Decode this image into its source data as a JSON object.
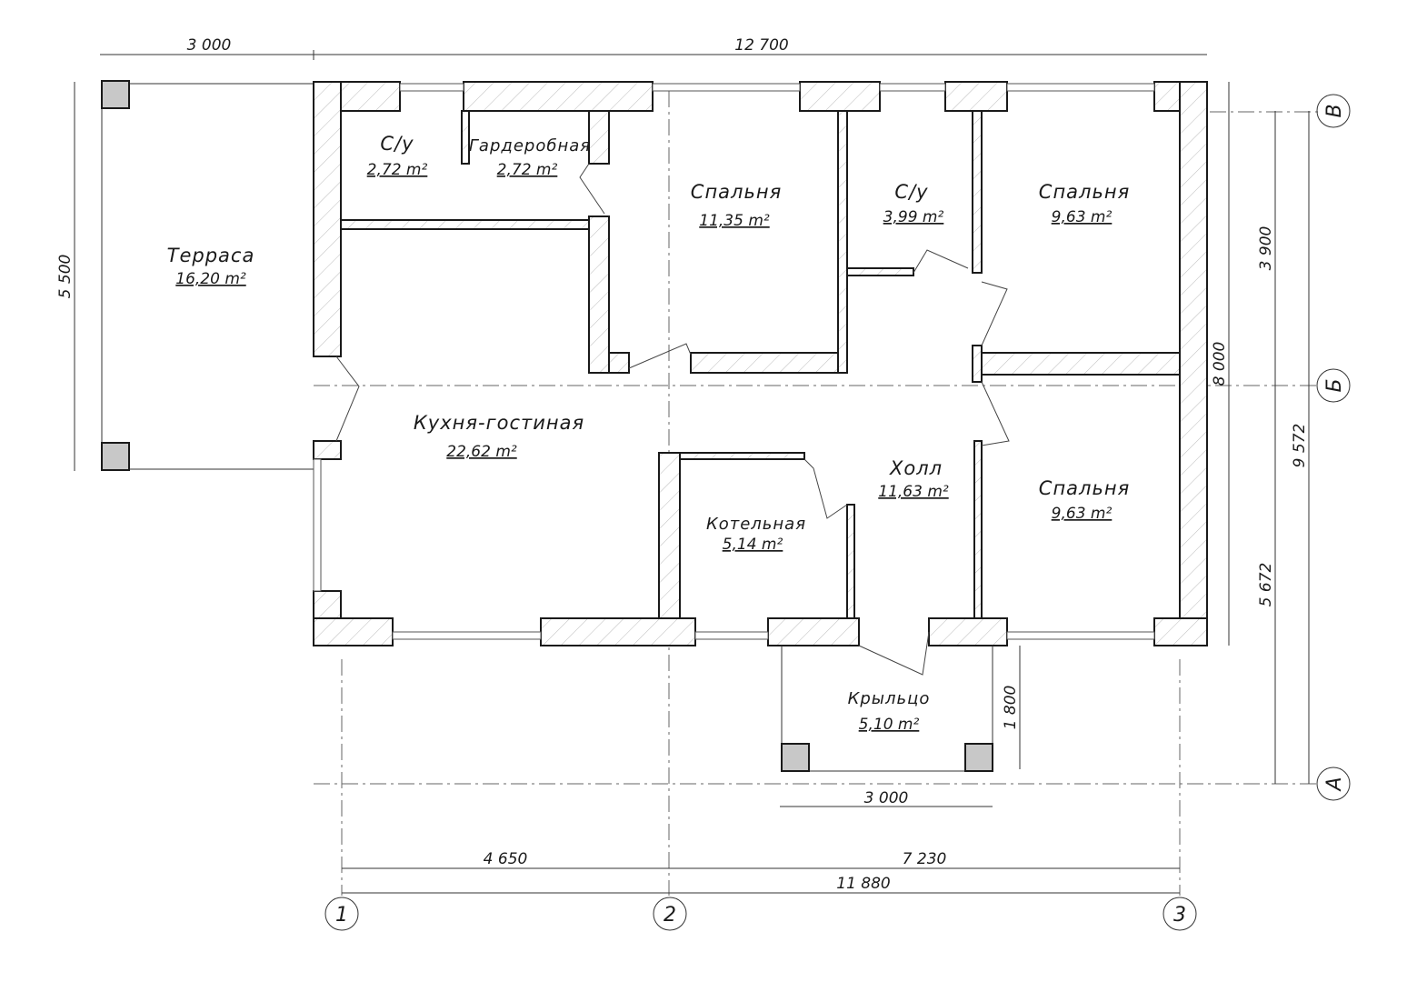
{
  "rooms": {
    "terrace": {
      "name": "Терраса",
      "area": "16,20 m²"
    },
    "bath1": {
      "name": "С/у",
      "area": "2,72 m²"
    },
    "wardrobe": {
      "name": "Гардеробная",
      "area": "2,72 m²"
    },
    "bedroom1": {
      "name": "Спальня",
      "area": "11,35 m²"
    },
    "bath2": {
      "name": "С/у",
      "area": "3,99 m²"
    },
    "bedroom2": {
      "name": "Спальня",
      "area": "9,63 m²"
    },
    "kitchen": {
      "name": "Кухня-гостиная",
      "area": "22,62 m²"
    },
    "hall": {
      "name": "Холл",
      "area": "11,63 m²"
    },
    "bedroom3": {
      "name": "Спальня",
      "area": "9,63 m²"
    },
    "boiler": {
      "name": "Котельная",
      "area": "5,14 m²"
    },
    "porch": {
      "name": "Крыльцо",
      "area": "5,10 m²"
    }
  },
  "dimensions": {
    "top_terrace": "3 000",
    "top_total": "12 700",
    "left_terrace": "5 500",
    "right_b_v": "3 900",
    "right_a_b": "5 672",
    "right_outer": "8 000",
    "right_total": "9 572",
    "bottom_1_2": "4 650",
    "bottom_2_3": "7 230",
    "bottom_total": "11 880",
    "porch_depth": "1 800",
    "porch_width": "3 000"
  },
  "axes": {
    "columns": [
      "1",
      "2",
      "3"
    ],
    "rows": [
      "В",
      "Б",
      "А"
    ]
  }
}
